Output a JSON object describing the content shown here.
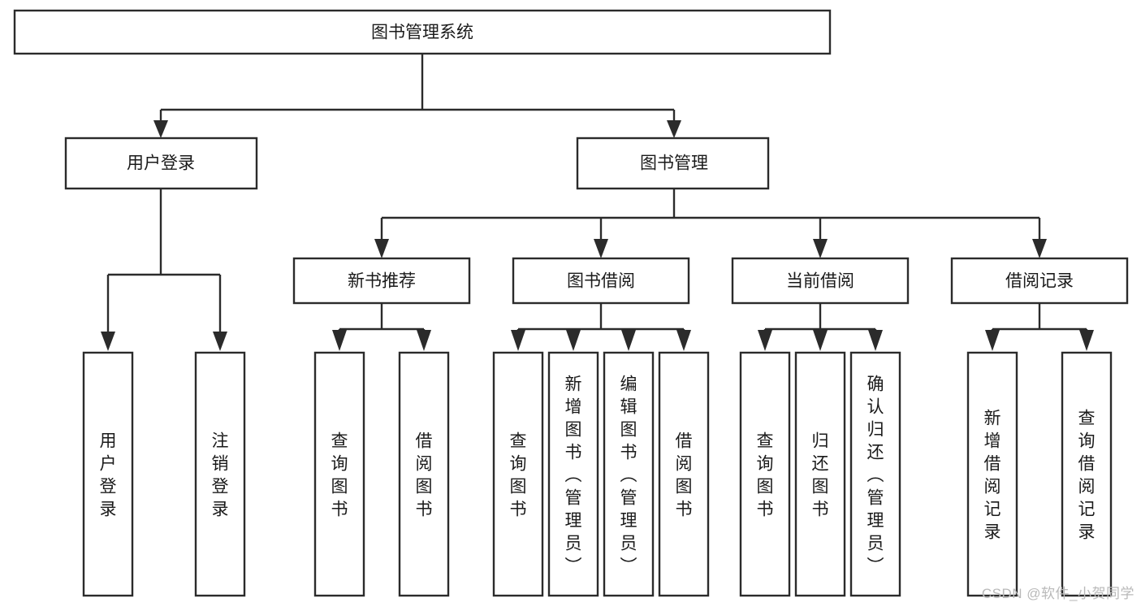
{
  "diagram": {
    "type": "tree-hierarchy",
    "title": "图书管理系统",
    "root": {
      "id": "root",
      "label": "图书管理系统",
      "orientation": "horizontal"
    },
    "level2": [
      {
        "id": "user-login",
        "label": "用户登录",
        "orientation": "horizontal"
      },
      {
        "id": "book-manage",
        "label": "图书管理",
        "orientation": "horizontal"
      }
    ],
    "level3": [
      {
        "id": "new-book-rec",
        "label": "新书推荐",
        "orientation": "horizontal",
        "parent": "book-manage"
      },
      {
        "id": "book-borrow",
        "label": "图书借阅",
        "orientation": "horizontal",
        "parent": "book-manage"
      },
      {
        "id": "current-borrow",
        "label": "当前借阅",
        "orientation": "horizontal",
        "parent": "book-manage"
      },
      {
        "id": "borrow-record",
        "label": "借阅记录",
        "orientation": "horizontal",
        "parent": "book-manage"
      }
    ],
    "leaves": [
      {
        "id": "leaf-user-login",
        "label": "用户登录",
        "parent": "user-login",
        "orientation": "vertical"
      },
      {
        "id": "leaf-user-logout",
        "label": "注销登录",
        "parent": "user-login",
        "orientation": "vertical"
      },
      {
        "id": "leaf-rec-query",
        "label": "查询图书",
        "parent": "new-book-rec",
        "orientation": "vertical"
      },
      {
        "id": "leaf-rec-borrow",
        "label": "借阅图书",
        "parent": "new-book-rec",
        "orientation": "vertical"
      },
      {
        "id": "leaf-borrow-query",
        "label": "查询图书",
        "parent": "book-borrow",
        "orientation": "vertical"
      },
      {
        "id": "leaf-borrow-add",
        "label": "新增图书（管理员）",
        "parent": "book-borrow",
        "orientation": "vertical"
      },
      {
        "id": "leaf-borrow-edit",
        "label": "编辑图书（管理员）",
        "parent": "book-borrow",
        "orientation": "vertical"
      },
      {
        "id": "leaf-borrow-lend",
        "label": "借阅图书",
        "parent": "book-borrow",
        "orientation": "vertical"
      },
      {
        "id": "leaf-cur-query",
        "label": "查询图书",
        "parent": "current-borrow",
        "orientation": "vertical"
      },
      {
        "id": "leaf-cur-return",
        "label": "归还图书",
        "parent": "current-borrow",
        "orientation": "vertical"
      },
      {
        "id": "leaf-cur-confirm",
        "label": "确认归还（管理员）",
        "parent": "current-borrow",
        "orientation": "vertical"
      },
      {
        "id": "leaf-rec-add",
        "label": "新增借阅记录",
        "parent": "borrow-record",
        "orientation": "vertical"
      },
      {
        "id": "leaf-rec-search",
        "label": "查询借阅记录",
        "parent": "borrow-record",
        "orientation": "vertical"
      }
    ],
    "colors": {
      "stroke": "#2b2b2b",
      "fill": "#ffffff",
      "text": "#1a1a1a",
      "watermark": "#b9b9b9"
    }
  },
  "watermark": {
    "text": "CSDN @软件_小贺同学"
  }
}
